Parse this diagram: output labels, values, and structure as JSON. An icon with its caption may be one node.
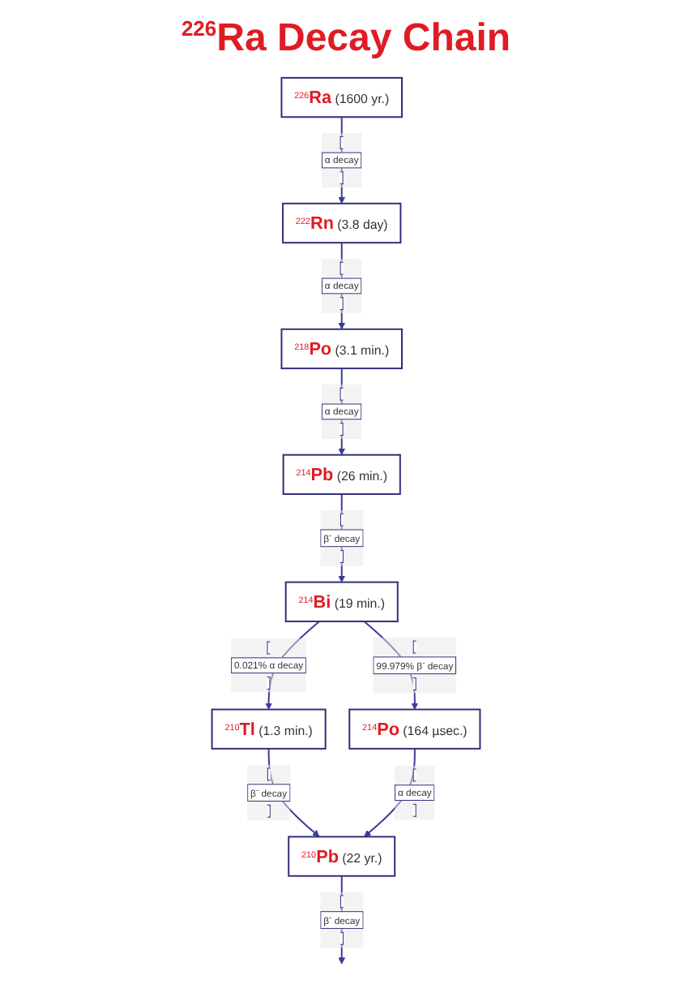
{
  "diagram": {
    "title": "$^{226}$Ra Decay Chain",
    "nodes": [
      {
        "text": [
          "$^{226}$**Ra** (1600 yr.)"
        ]
      },
      {
        "text": [
          "$^{222}$**Rn** (3.8 day)"
        ]
      },
      {
        "text": [
          "$^{218}$**Po** (3.1 min.)"
        ]
      },
      {
        "text": [
          "$^{214}$**Pb** (26 min.)"
        ]
      },
      {
        "text": [
          "$^{214}$**Bi** (19 min.)"
        ]
      },
      {
        "text": [
          "$^{210}$**Tl** (1.3 min.)"
        ]
      },
      {
        "text": [
          "$^{214}$**Po** (164 µsec.)"
        ]
      },
      {
        "text": [
          "$^{210}$**Pb** (22 yr.)"
        ]
      }
    ],
    "edges": [
      {
        "from": 0,
        "to": 1,
        "arrow": "to",
        "label": "α decay"
      },
      {
        "from": 1,
        "to": 2,
        "arrow": "to",
        "label": "α decay"
      },
      {
        "from": 2,
        "to": 3,
        "arrow": "to",
        "label": "α decay"
      },
      {
        "from": 3,
        "to": 4,
        "arrow": "to",
        "label": "β$^{-}$ decay"
      },
      {
        "from": 4,
        "to": 5,
        "arrow": "to",
        "label": "0.021% α decay"
      },
      {
        "from": 4,
        "to": 6,
        "arrow": "to",
        "label": "99.979% β$^{-}$ decay"
      },
      {
        "from": 5,
        "to": 7,
        "arrow": "to",
        "label": "β$^{-}$ decay"
      },
      {
        "from": 6,
        "to": 7,
        "arrow": "to",
        "label": "α decay"
      },
      {
        "from": 7,
        "to": null,
        "arrow": "to",
        "label": "β$^{-}$ decay"
      }
    ]
  }
}
